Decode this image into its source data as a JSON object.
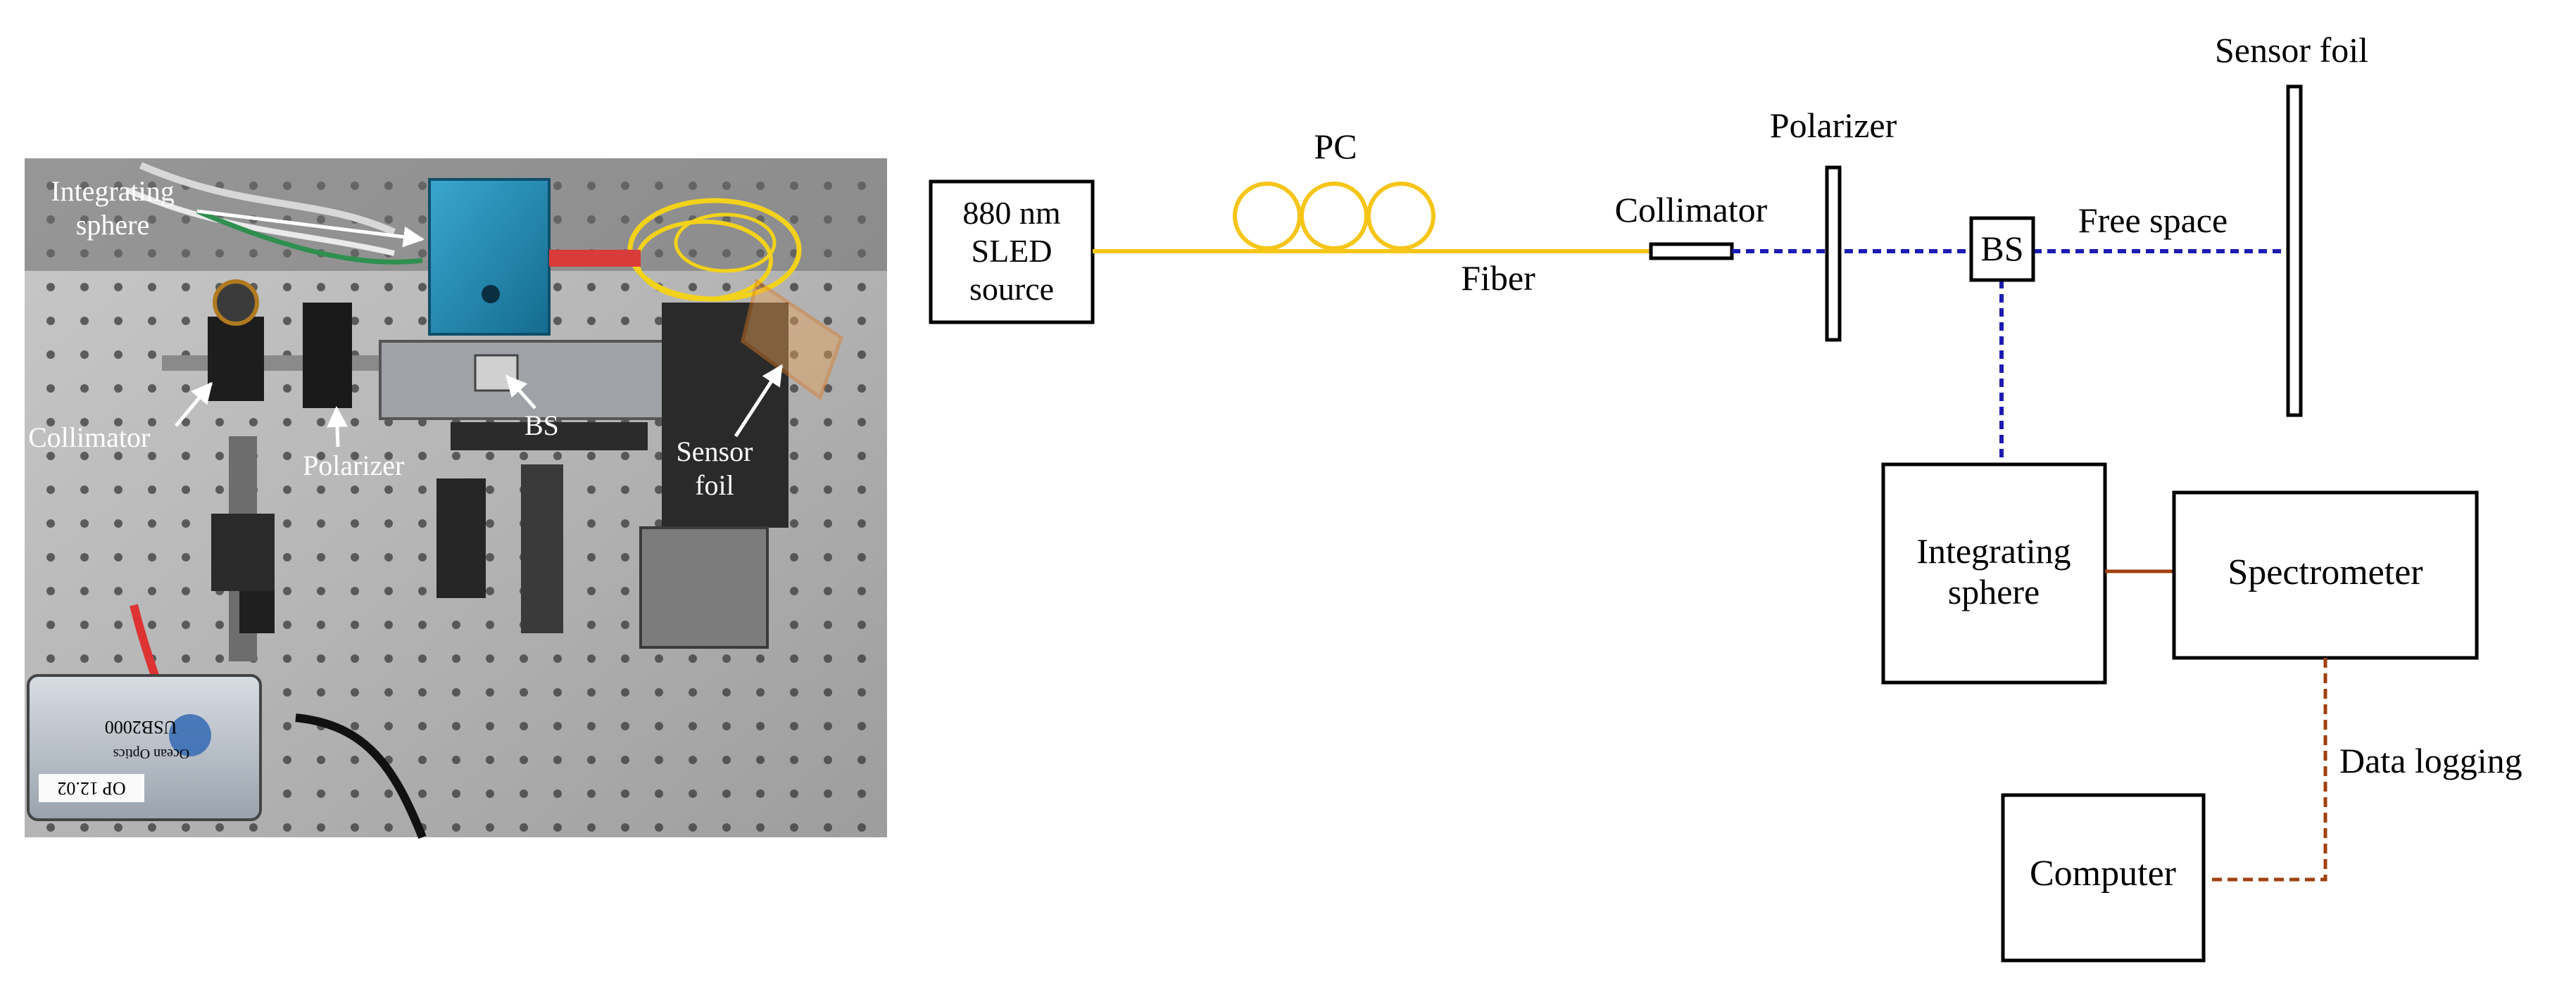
{
  "photo": {
    "description_labels": {
      "integrating_sphere_line1": "Integrating",
      "integrating_sphere_line2": "sphere",
      "collimator": "Collimator",
      "polarizer": "Polarizer",
      "bs": "BS",
      "sensor_foil_line1": "Sensor",
      "sensor_foil_line2": "foil"
    },
    "device_label_brand": "Ocean Optics",
    "device_label_model": "USB2000",
    "device_tag": "OP 12.02"
  },
  "schematic": {
    "source_line1": "880 nm",
    "source_line2": "SLED",
    "source_line3": "source",
    "pc_label": "PC",
    "fiber_label": "Fiber",
    "collimator_label": "Collimator",
    "polarizer_label": "Polarizer",
    "bs_label": "BS",
    "free_space_label": "Free space",
    "sensor_foil_label": "Sensor foil",
    "integrating_line1": "Integrating",
    "integrating_line2": "sphere",
    "spectrometer_label": "Spectrometer",
    "data_logging_label": "Data logging",
    "computer_label": "Computer"
  },
  "colors": {
    "fiber": "#f5c518",
    "free_space": "#1c1cb4",
    "electrical": "#a0400f",
    "sphere_blue": "#1f8fb8"
  }
}
